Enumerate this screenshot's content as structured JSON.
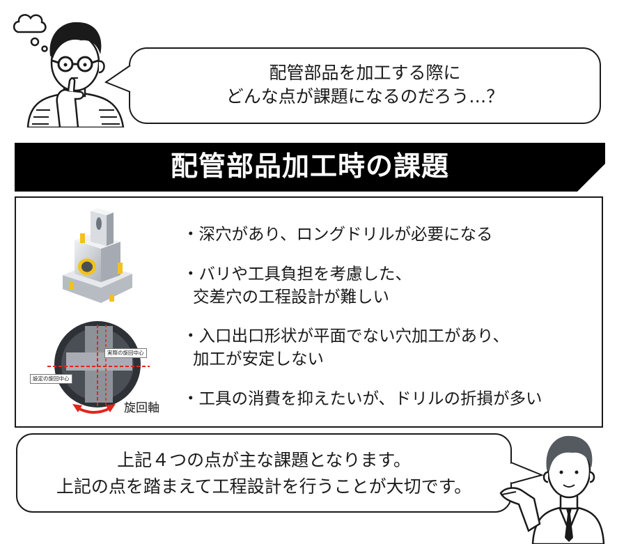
{
  "thinking": {
    "line1": "配管部品を加工する際に",
    "line2": "どんな点が課題になるのだろう…？"
  },
  "banner": {
    "title": "配管部品加工時の課題"
  },
  "issues": [
    "・深穴があり、ロングドリルが必要になる",
    "・バリや工具負担を考慮した、\n  交差穴の工程設計が難しい",
    "・入口出口形状が平面でない穴加工があり、\n  加工が安定しない",
    "・工具の消費を抑えたいが、ドリルの折損が多い"
  ],
  "diagram": {
    "actual_center_label": "実際の旋回中心",
    "set_center_label": "設定の旋回中心",
    "rotation_axis_label": "旋回軸"
  },
  "speech": {
    "line1": "上記４つの点が主な課題となります。",
    "line2": "上記の点を踏まえて工程設計を行うことが大切です。"
  },
  "colors": {
    "banner": "#000000",
    "arrow": "#e0261c",
    "part": "#c8cbd0",
    "marker": "#f2c21a"
  }
}
